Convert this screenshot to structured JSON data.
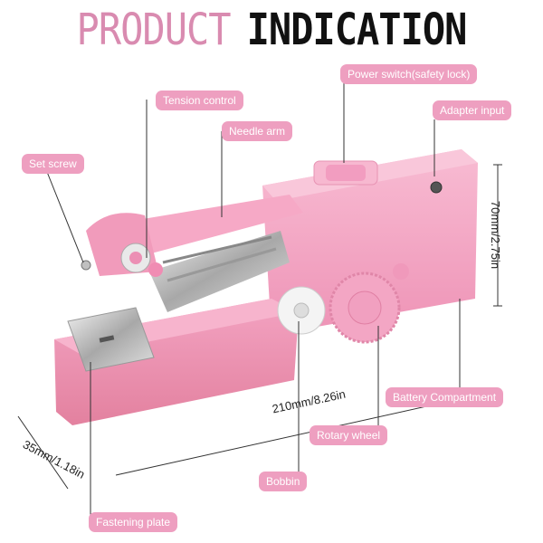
{
  "title": {
    "word1": "PRODUCT",
    "word2": "INDICATION"
  },
  "callouts": {
    "power_switch": "Power switch(safety lock)",
    "tension_control": "Tension control",
    "adapter_input": "Adapter input",
    "needle_arm": "Needle arm",
    "set_screw": "Set screw",
    "battery_compartment": "Battery Compartment",
    "rotary_wheel": "Rotary wheel",
    "bobbin": "Bobbin",
    "fastening_plate": "Fastening plate"
  },
  "dimensions": {
    "height": "70mm/2.75in",
    "length": "210mm/8.26in",
    "width": "35mm/1.18in"
  },
  "colors": {
    "accent_pink": "#ee9fc0",
    "title_pink": "#d98bb0",
    "body_pink": "#f4a7c4"
  }
}
